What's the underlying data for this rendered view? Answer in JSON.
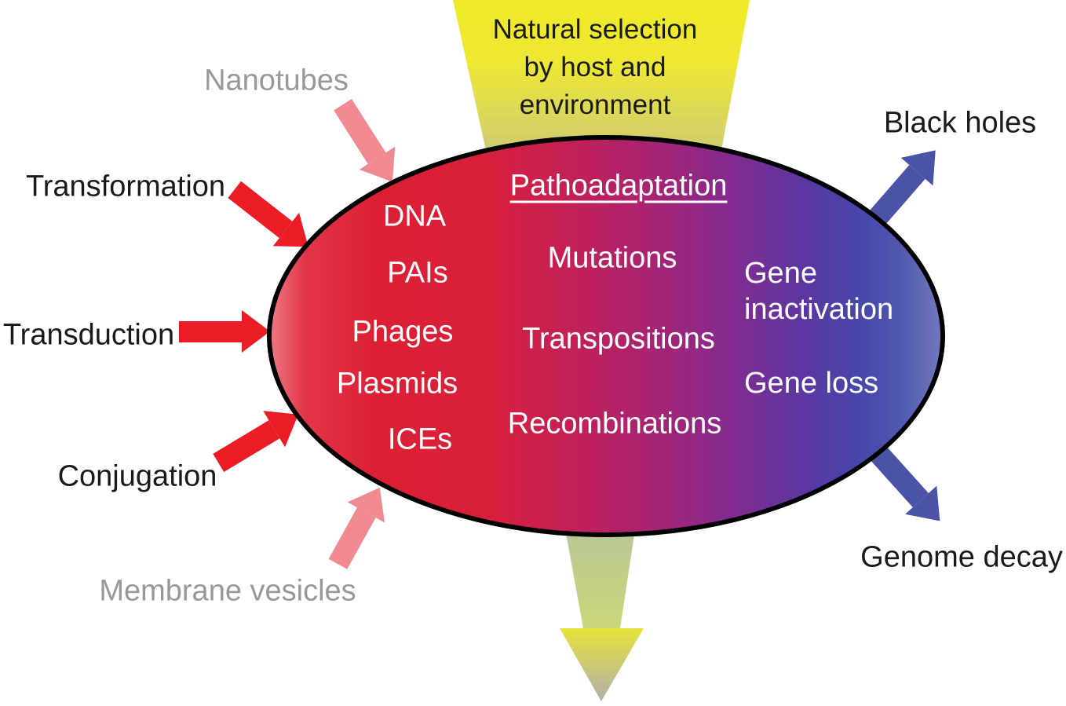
{
  "figure": {
    "description": "Pathoadaptation diagram: gene flow inputs enter a red-to-blue ellipse, natural selection funnels in from the top, outcomes exit right and bottom"
  },
  "funnel": {
    "lines": [
      "Natural selection",
      "by host and",
      "environment"
    ]
  },
  "ellipse": {
    "title": "Pathoadaptation",
    "hgt_elements": [
      "DNA",
      "PAIs",
      "Phages",
      "Plasmids",
      "ICEs"
    ],
    "mechanisms": [
      "Mutations",
      "Transpositions",
      "Recombinations"
    ],
    "outcomes": {
      "gene_inactivation_line1": "Gene",
      "gene_inactivation_line2": "inactivation",
      "gene_loss": "Gene loss"
    }
  },
  "inputs": {
    "nanotubes": "Nanotubes",
    "transformation": "Transformation",
    "transduction": "Transduction",
    "conjugation": "Conjugation",
    "membrane_vesicles": "Membrane vesicles"
  },
  "outputs": {
    "black_holes": "Black holes",
    "genome_decay": "Genome decay"
  },
  "arrows": {
    "nanotubes": {
      "icon": "pink-arrow",
      "direction": "down-right"
    },
    "transformation": {
      "icon": "red-arrow",
      "direction": "down-right"
    },
    "transduction": {
      "icon": "red-arrow",
      "direction": "right"
    },
    "conjugation": {
      "icon": "red-arrow",
      "direction": "up-right"
    },
    "membrane_vesicles": {
      "icon": "pink-arrow",
      "direction": "up-right"
    },
    "black_holes": {
      "icon": "blue-arrow",
      "direction": "up-right"
    },
    "genome_decay": {
      "icon": "blue-arrow",
      "direction": "down-right"
    }
  },
  "colors": {
    "red_arrow": "#ec1c27",
    "pink_arrow": "#f18990",
    "blue_arrow": "#4a53a6",
    "gray_label": "#98989a",
    "text_black": "#1a1a1a",
    "ellipse_text": "#ffffff",
    "ellipse_border": "#000000",
    "ellipse_gradient": "linear-gradient(90deg, #ec7680 0%, #e23549 5%, #dc1f33 16%, #d81f3b 32%, #c22057 45%, #a42476 58%, #7e2c92 70%, #5a37a2 80%, #4747a9 88%, #4f58ae 94%, #7079bb 100%)",
    "funnel_gradient": "linear-gradient(180deg, #f0ea28 0%, #eee833 40%, #cecb74 100%)",
    "outflow_shaft_gradient": "linear-gradient(180deg, #b6c795 0%, #cbd67a 100%)",
    "outflow_head_gradient": "linear-gradient(180deg, #e6e23b 0%, #b2afac 100%)"
  }
}
